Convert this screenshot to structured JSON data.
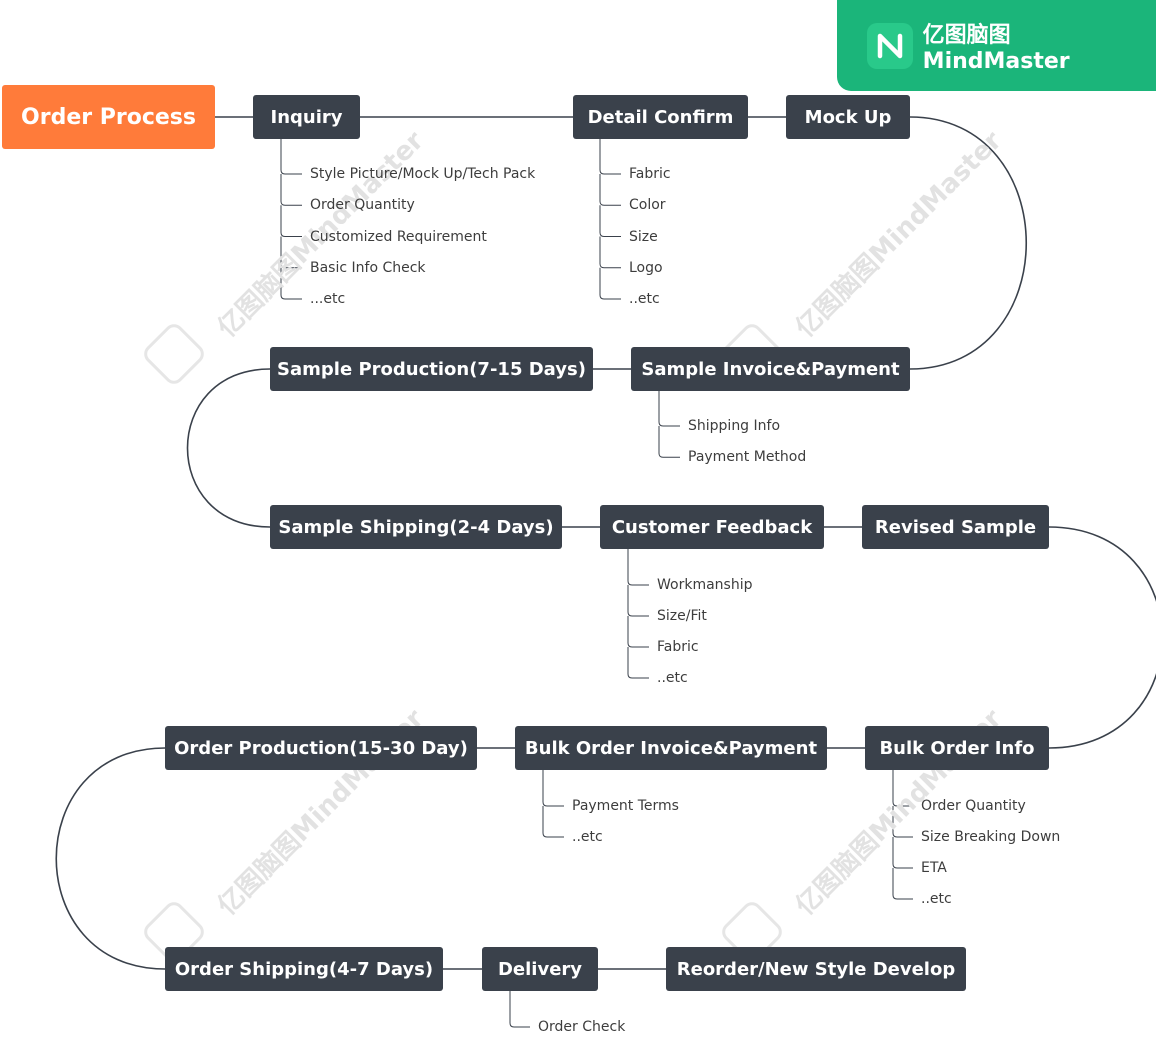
{
  "brand": {
    "text": "亿图脑图MindMaster",
    "logo_icon": "mindmaster-logo-icon",
    "color": "#1bb57a"
  },
  "watermark": {
    "text": "亿图脑图MindMaster"
  },
  "colors": {
    "root": "#ff7b3a",
    "node": "#3a414b",
    "line": "#3a414b"
  },
  "root": {
    "label": "Order Process"
  },
  "nodes": [
    {
      "id": "inquiry",
      "label": "Inquiry",
      "subs": [
        "Style Picture/Mock Up/Tech Pack",
        "Order Quantity",
        "Customized Requirement",
        "Basic Info Check",
        "...etc"
      ]
    },
    {
      "id": "detail-confirm",
      "label": "Detail Confirm",
      "subs": [
        "Fabric",
        "Color",
        "Size",
        "Logo",
        "..etc"
      ]
    },
    {
      "id": "mock-up",
      "label": "Mock Up",
      "subs": []
    },
    {
      "id": "sample-invoice",
      "label": "Sample Invoice&Payment",
      "subs": [
        "Shipping Info",
        "Payment Method"
      ]
    },
    {
      "id": "sample-production",
      "label": "Sample Production(7-15 Days)",
      "subs": []
    },
    {
      "id": "sample-shipping",
      "label": "Sample Shipping(2-4 Days)",
      "subs": []
    },
    {
      "id": "customer-feedback",
      "label": "Customer Feedback",
      "subs": [
        "Workmanship",
        "Size/Fit",
        "Fabric",
        "..etc"
      ]
    },
    {
      "id": "revised-sample",
      "label": "Revised Sample",
      "subs": []
    },
    {
      "id": "bulk-order-info",
      "label": "Bulk Order Info",
      "subs": [
        "Order Quantity",
        "Size Breaking Down",
        "ETA",
        "..etc"
      ]
    },
    {
      "id": "bulk-order-invoice",
      "label": "Bulk Order Invoice&Payment",
      "subs": [
        "Payment Terms",
        "..etc"
      ]
    },
    {
      "id": "order-production",
      "label": "Order Production(15-30 Day)",
      "subs": []
    },
    {
      "id": "order-shipping",
      "label": "Order Shipping(4-7 Days)",
      "subs": []
    },
    {
      "id": "delivery",
      "label": "Delivery",
      "subs": [
        "Order Check"
      ]
    },
    {
      "id": "reorder",
      "label": "Reorder/New Style Develop",
      "subs": []
    }
  ]
}
